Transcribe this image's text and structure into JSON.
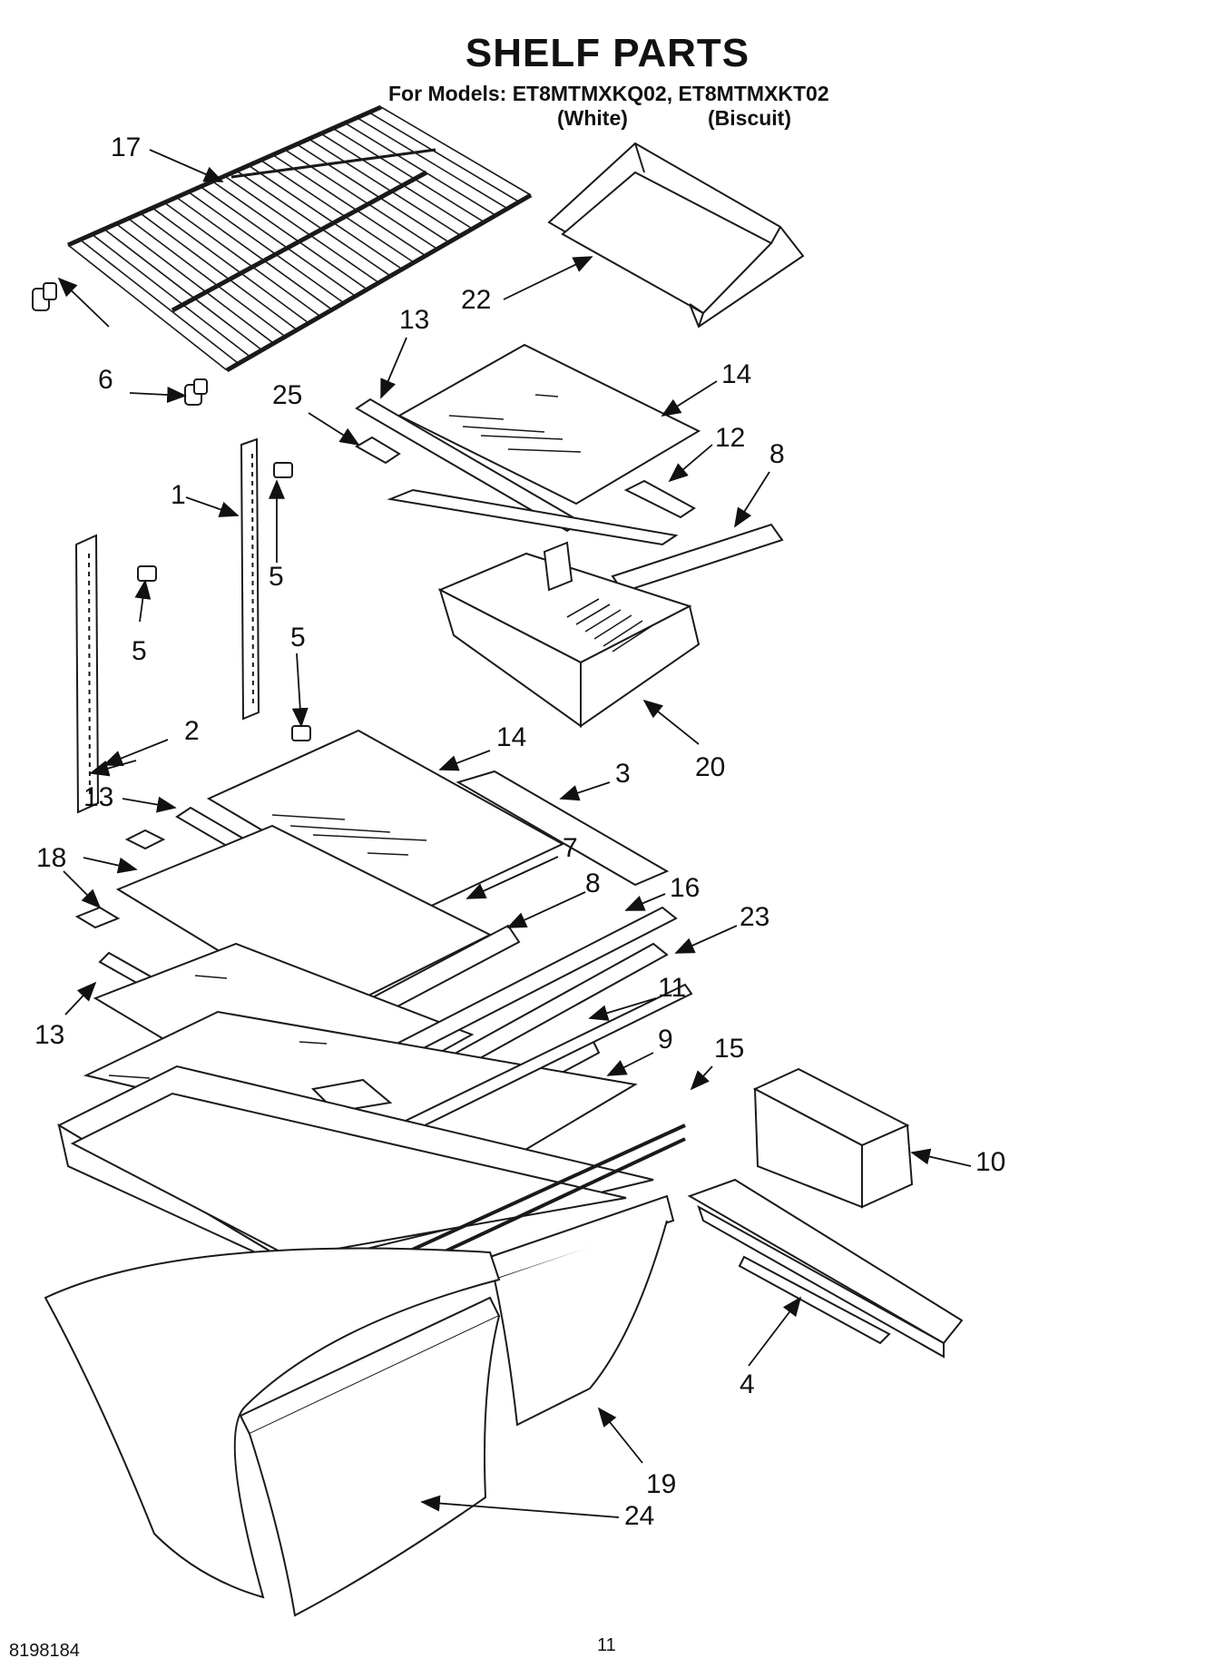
{
  "header": {
    "title": "SHELF PARTS",
    "models": "For Models: ET8MTMXKQ02, ET8MTMXKT02",
    "variant_1": "(White)",
    "variant_2": "(Biscuit)"
  },
  "callouts": [
    {
      "id": "c17",
      "label": "17"
    },
    {
      "id": "c22",
      "label": "22"
    },
    {
      "id": "c6",
      "label": "6"
    },
    {
      "id": "c13a",
      "label": "13"
    },
    {
      "id": "c14a",
      "label": "14"
    },
    {
      "id": "c25",
      "label": "25"
    },
    {
      "id": "c12",
      "label": "12"
    },
    {
      "id": "c8a",
      "label": "8"
    },
    {
      "id": "c1",
      "label": "1"
    },
    {
      "id": "c5a",
      "label": "5"
    },
    {
      "id": "c5b",
      "label": "5"
    },
    {
      "id": "c5c",
      "label": "5"
    },
    {
      "id": "c2",
      "label": "2"
    },
    {
      "id": "c20",
      "label": "20"
    },
    {
      "id": "c14b",
      "label": "14"
    },
    {
      "id": "c3",
      "label": "3"
    },
    {
      "id": "c13b",
      "label": "13"
    },
    {
      "id": "c18",
      "label": "18"
    },
    {
      "id": "c7",
      "label": "7"
    },
    {
      "id": "c8b",
      "label": "8"
    },
    {
      "id": "c16",
      "label": "16"
    },
    {
      "id": "c23",
      "label": "23"
    },
    {
      "id": "c11",
      "label": "11"
    },
    {
      "id": "c13c",
      "label": "13"
    },
    {
      "id": "c9",
      "label": "9"
    },
    {
      "id": "c15",
      "label": "15"
    },
    {
      "id": "c10",
      "label": "10"
    },
    {
      "id": "c4",
      "label": "4"
    },
    {
      "id": "c19",
      "label": "19"
    },
    {
      "id": "c24",
      "label": "24"
    }
  ],
  "footer": {
    "doc_number": "8198184",
    "page_number": "11"
  }
}
